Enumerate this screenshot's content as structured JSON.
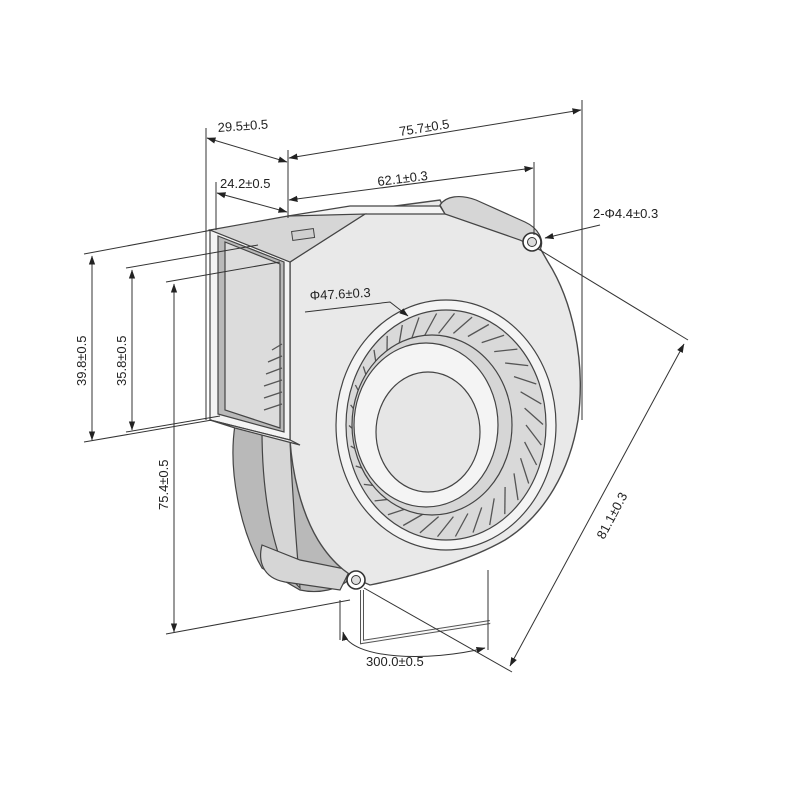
{
  "dimensions": {
    "housing_depth": "29.5±0.5",
    "overall_width": "75.7±0.5",
    "inlet_depth": "24.2±0.5",
    "hole_spacing": "62.1±0.3",
    "mount_holes": "2-Φ4.4±0.3",
    "inlet_diameter": "Φ47.6±0.3",
    "outlet_height": "39.8±0.5",
    "outlet_inner_height": "35.8±0.5",
    "overall_height": "75.4±0.5",
    "hole_diagonal": "81.1±0.3",
    "lead_length": "300.0±0.5"
  },
  "colors": {
    "outline": "#4a4a4a",
    "housing": "#e9e9e9",
    "shadow": "#b9b9b9"
  }
}
